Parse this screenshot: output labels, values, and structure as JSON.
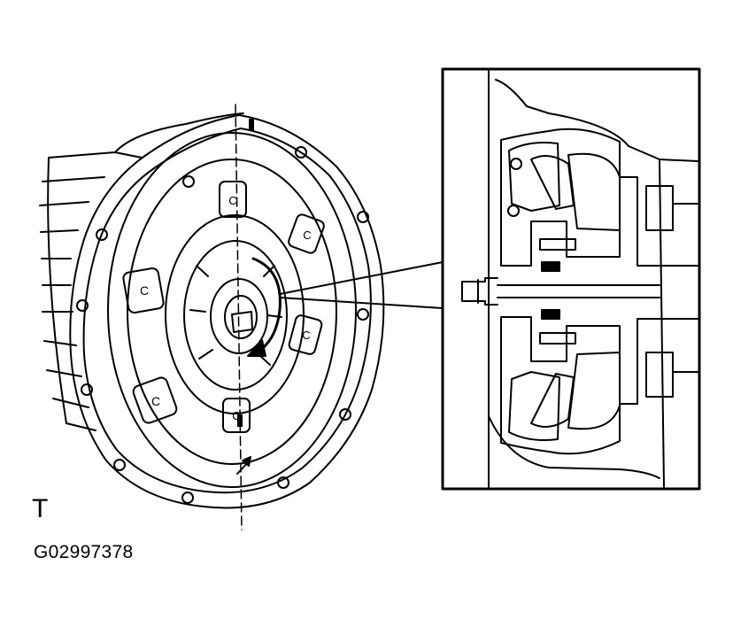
{
  "caption": {
    "letter": "T",
    "code": "G02997378"
  },
  "colors": {
    "ink": "#000000",
    "paper": "#ffffff"
  },
  "icons": {
    "rotation": "curved-arrow-icon",
    "marker": "alignment-arrow-icon"
  },
  "parts": {
    "bolt_label": "C"
  }
}
